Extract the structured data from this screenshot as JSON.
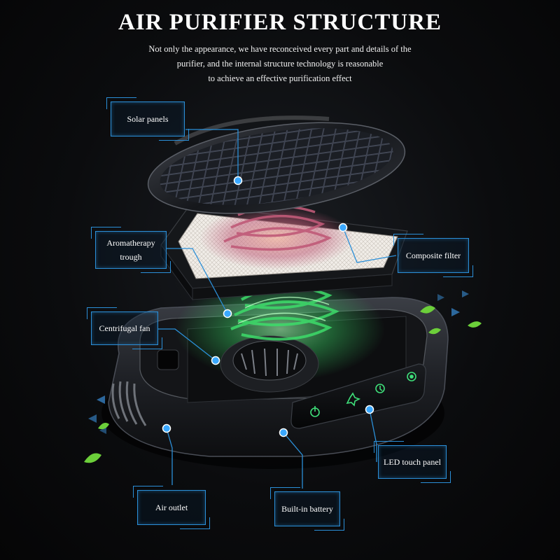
{
  "header": {
    "title": "AIR PURIFIER STRUCTURE",
    "subtitle_lines": [
      "Not only the appearance, we have reconceived every part and details of the",
      "purifier, and the internal structure technology is reasonable",
      "to achieve an effective purification effect"
    ]
  },
  "labels": {
    "solar_panels": "Solar panels",
    "aromatherapy_trough_1": "Aromatherapy",
    "aromatherapy_trough_2": "trough",
    "composite_filter": "Composite filter",
    "centrifugal_fan": "Centrifugal fan",
    "led_touch_panel": "LED touch panel",
    "air_outlet": "Air outlet",
    "built_in_battery": "Built-in battery"
  },
  "colors": {
    "accent": "#2b8fd8",
    "dot": "#3aa8ff",
    "led": "#3fe07a",
    "fan_glow": "#3ddc6a",
    "filter_swirl": "#c05a78",
    "leaf": "#6ccf3a"
  },
  "icons": [
    "power-icon",
    "fan-icon",
    "timer-icon",
    "ion-icon"
  ]
}
